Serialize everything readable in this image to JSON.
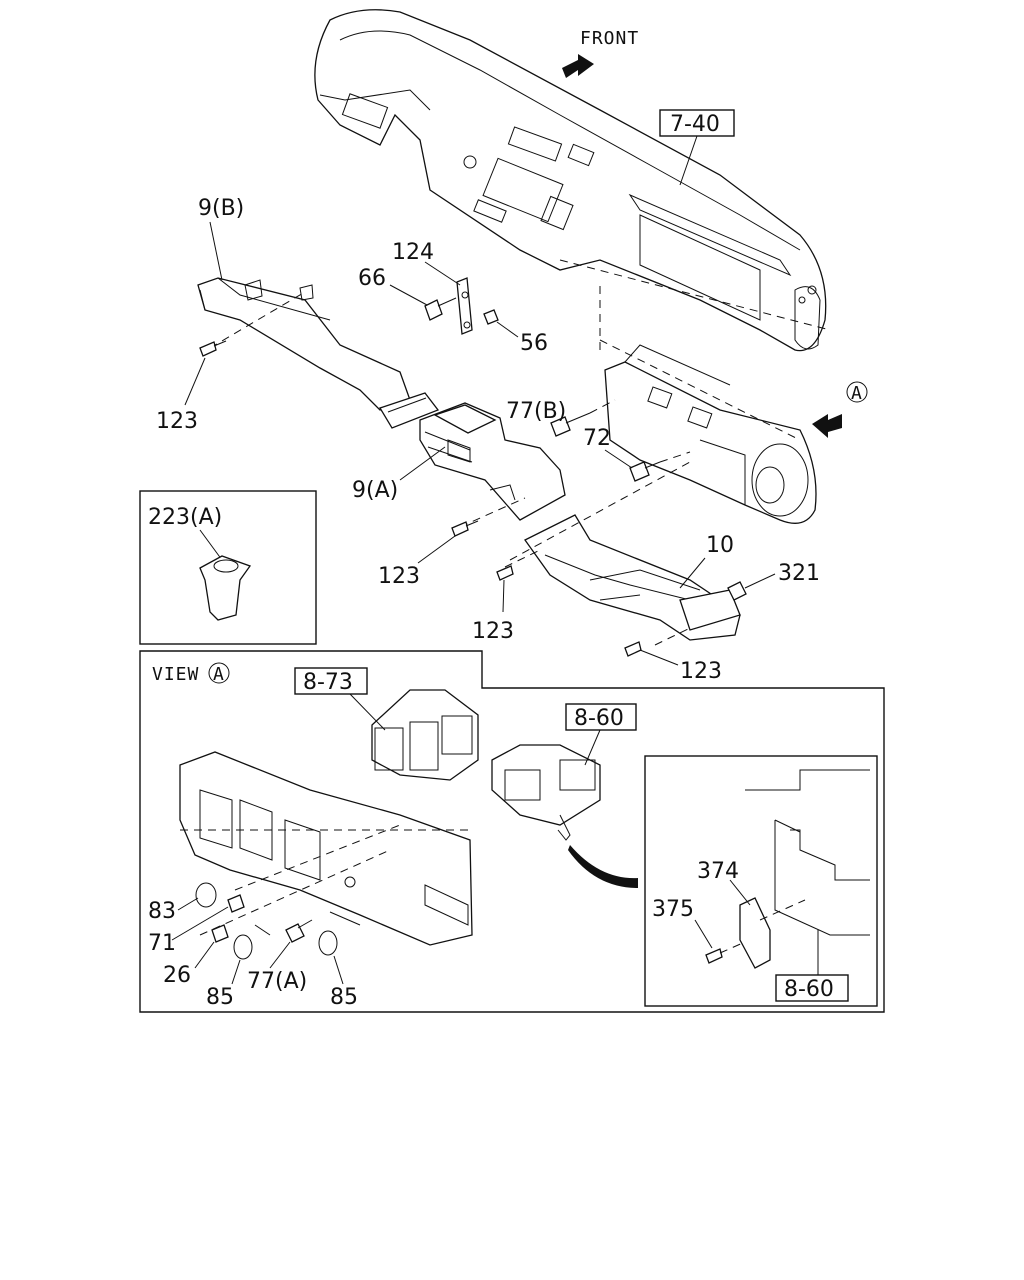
{
  "diagram": {
    "front_label": "FRONT",
    "view_label": "VIEW",
    "view_marker": "A",
    "ref_boxes": {
      "dashboard": "7-40",
      "blower": "8-73",
      "heater_upper": "8-60",
      "heater_detail": "8-60"
    },
    "callouts": {
      "duct_9b": "9(B)",
      "bracket_124": "124",
      "bolt_66": "66",
      "nut_56": "56",
      "screw_123_left": "123",
      "bolt_77b": "77(B)",
      "bolt_72": "72",
      "duct_9a": "9(A)",
      "clip_223a": "223(A)",
      "screw_123_mid": "123",
      "duct_10": "10",
      "clip_321": "321",
      "screw_123_lower": "123",
      "screw_123_right": "123",
      "seal_83": "83",
      "nut_71": "71",
      "nut_26": "26",
      "seal_85_left": "85",
      "bolt_77a": "77(A)",
      "seal_85_right": "85",
      "bracket_374": "374",
      "screw_375": "375"
    },
    "icons": [
      "front-arrow-icon",
      "view-direction-arrow-icon",
      "circle-a-icon"
    ]
  }
}
